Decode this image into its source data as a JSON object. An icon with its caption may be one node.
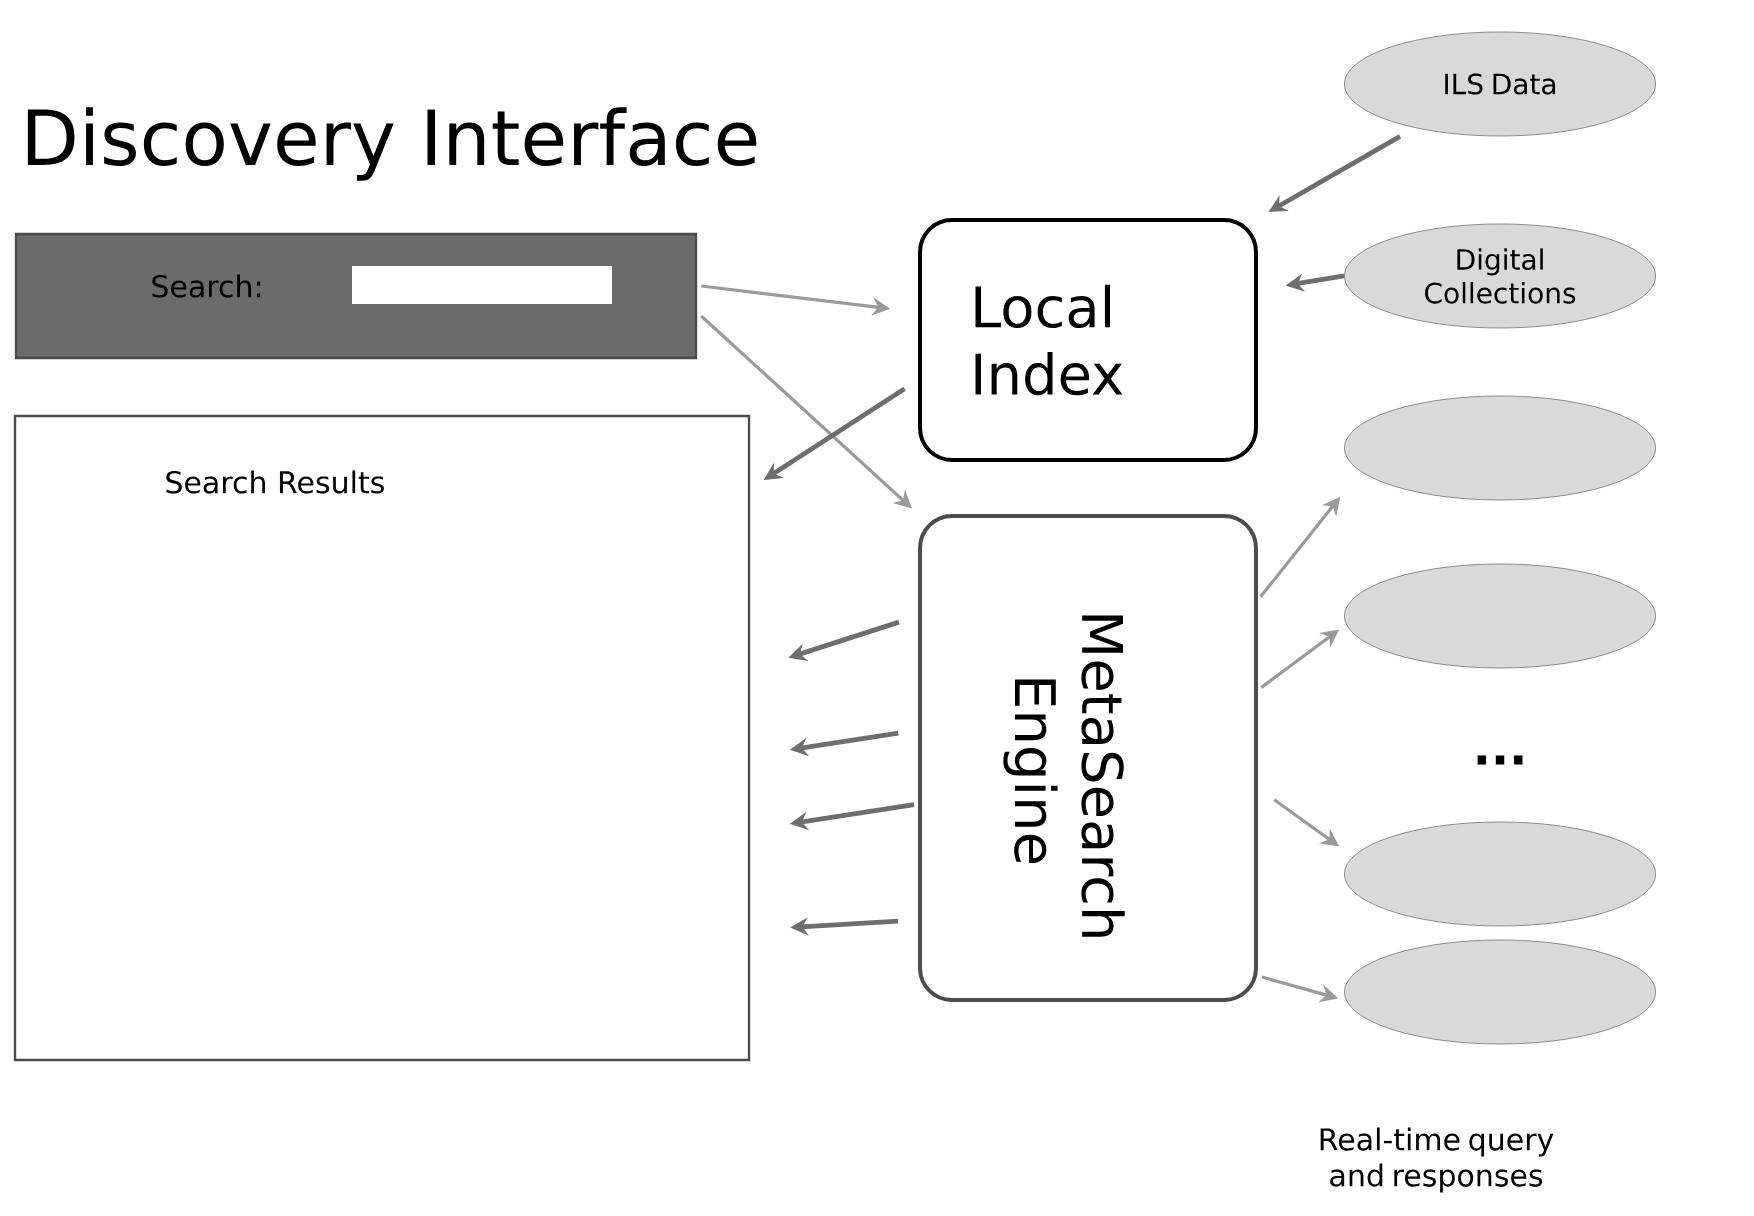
{
  "diagram": {
    "title": "Discovery Interface",
    "nodes": [
      {
        "text": [
          "Search:"
        ]
      },
      {
        "text": [
          "Search Results"
        ]
      },
      {
        "text": [
          "Local Index"
        ]
      },
      {
        "text": [
          "MetaSearch Engine"
        ]
      },
      {
        "text": [
          "ILS Data"
        ]
      },
      {
        "text": [
          "Digital Collections"
        ]
      },
      {
        "text": [],
        "shape": "ellipse"
      },
      {
        "text": [],
        "shape": "ellipse"
      },
      {
        "text": [],
        "shape": "ellipse"
      },
      {
        "text": [],
        "shape": "ellipse"
      }
    ],
    "edges": [
      {
        "from": 0,
        "to": 2,
        "arrow": "to",
        "color": "#9a9a9a"
      },
      {
        "from": 0,
        "to": 3,
        "arrow": "to",
        "color": "#9a9a9a"
      },
      {
        "from": 2,
        "to": 1,
        "arrow": "to"
      },
      {
        "from": 4,
        "to": 2,
        "arrow": "to"
      },
      {
        "from": 5,
        "to": 2,
        "arrow": "to"
      },
      {
        "from": 3,
        "to": 6,
        "arrow": "to",
        "color": "#9a9a9a"
      },
      {
        "from": 3,
        "to": 7,
        "arrow": "to",
        "color": "#9a9a9a"
      },
      {
        "from": 3,
        "to": 8,
        "arrow": "to",
        "color": "#9a9a9a"
      },
      {
        "from": 3,
        "to": 9,
        "arrow": "to",
        "color": "#9a9a9a"
      },
      {
        "from": 3,
        "to": 1,
        "arrow": "to"
      },
      {
        "from": 3,
        "to": 1,
        "arrow": "to"
      },
      {
        "from": 3,
        "to": 1,
        "arrow": "to"
      },
      {
        "from": 3,
        "to": 1,
        "arrow": "to"
      }
    ],
    "labels": [
      "...",
      "Real-time query and responses"
    ]
  }
}
